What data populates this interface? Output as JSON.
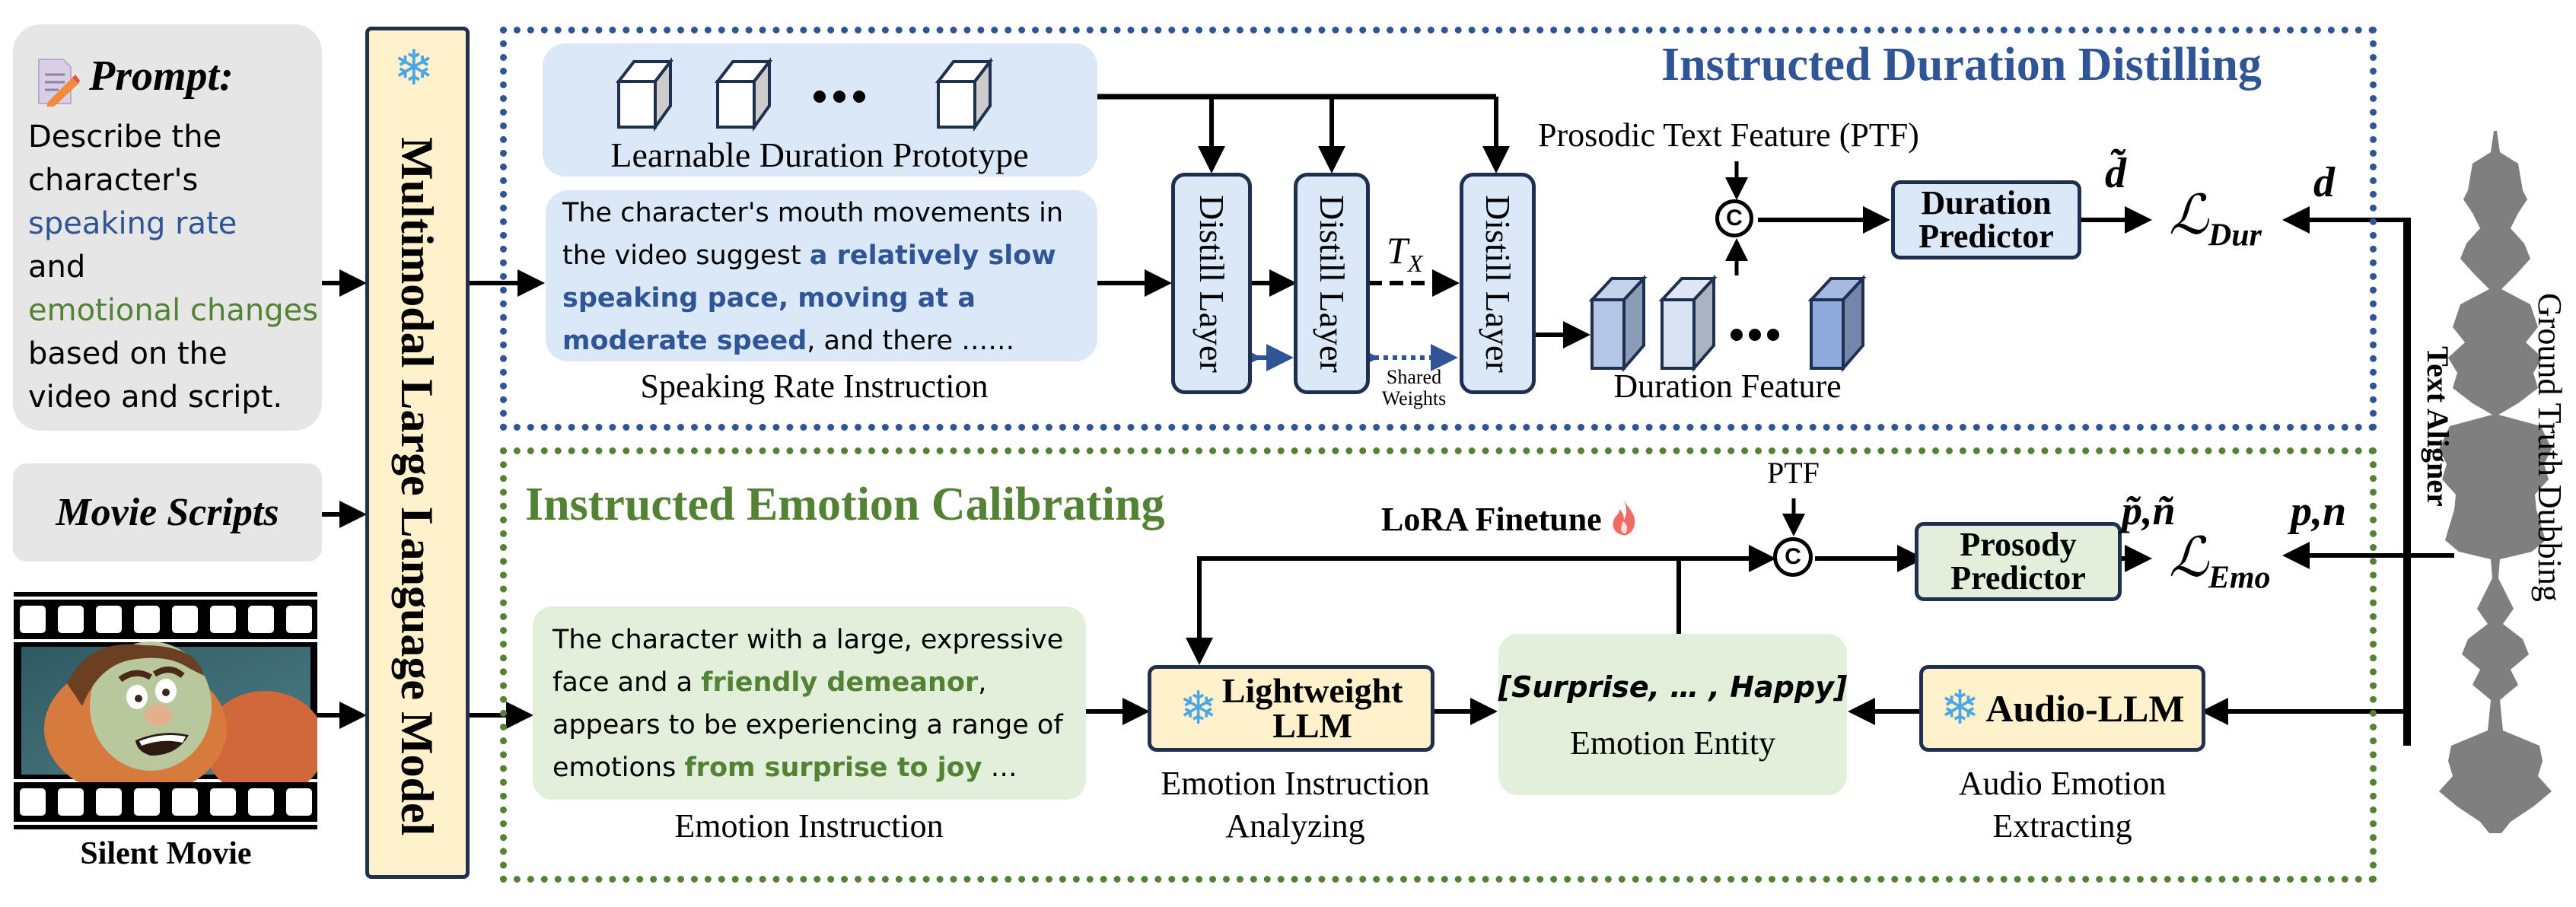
{
  "inputs": {
    "prompt": {
      "title": "Prompt:",
      "icon": "pencil-note-icon",
      "lines": [
        {
          "text": "Describe the",
          "color": "#000000"
        },
        {
          "text": "character's",
          "color": "#000000"
        },
        {
          "text": "speaking rate",
          "color": "#2f5597"
        },
        {
          "text": "and",
          "color": "#000000"
        },
        {
          "text": "emotional changes",
          "color": "#548235"
        },
        {
          "text": "based on the",
          "color": "#000000"
        },
        {
          "text": "video and script.",
          "color": "#000000"
        }
      ]
    },
    "scripts_label": "Movie Scripts",
    "movie_label": "Silent Movie"
  },
  "mllm": {
    "label": "Multimodal Large Language Model",
    "icon": "snowflake-icon"
  },
  "duration_section": {
    "title": "Instructed Duration Distilling",
    "title_color": "#2f5597",
    "prototype_label": "Learnable Duration Prototype",
    "speaking_instruction": {
      "parts": [
        {
          "text": "The character's mouth movements in the video suggest ",
          "style": "normal"
        },
        {
          "text": "a relatively slow speaking pace, moving at a moderate speed",
          "style": "blue"
        },
        {
          "text": ", and there ……",
          "style": "normal"
        }
      ],
      "caption": "Speaking Rate Instruction"
    },
    "distill_layers": [
      "Distill Layer",
      "Distill Layer",
      "Distill Layer"
    ],
    "repeat_label": "T",
    "repeat_sub": "X",
    "shared_weights": [
      "Shared",
      "Weights"
    ],
    "ptf_label": "Prosodic Text Feature (PTF)",
    "concat_symbol": "C",
    "duration_predictor": [
      "Duration",
      "Predictor"
    ],
    "pred_label": "d̃",
    "loss_main": "ℒ",
    "loss_sub": "Dur",
    "gt_label": "d",
    "duration_feature_label": "Duration Feature"
  },
  "emotion_section": {
    "title": "Instructed Emotion Calibrating",
    "title_color": "#548235",
    "lora_label": "LoRA Finetune",
    "lora_icon": "fire-icon",
    "ptf_label": "PTF",
    "concat_symbol": "C",
    "prosody_predictor": [
      "Prosody",
      "Predictor"
    ],
    "pred_label": "p̃,ñ",
    "loss_main": "ℒ",
    "loss_sub": "Emo",
    "gt_label": "p,n",
    "emotion_instruction": {
      "parts": [
        {
          "text": "The character with a large, expressive face and a ",
          "style": "normal"
        },
        {
          "text": "friendly demeanor",
          "style": "green"
        },
        {
          "text": ", appears to be experiencing a range of emotions ",
          "style": "normal"
        },
        {
          "text": "from surprise to joy",
          "style": "green"
        },
        {
          "text": " …",
          "style": "normal"
        }
      ],
      "caption": "Emotion Instruction"
    },
    "lightweight_llm": [
      "Lightweight",
      "LLM"
    ],
    "lightweight_caption": [
      "Emotion Instruction",
      "Analyzing"
    ],
    "emotion_entity": "[Surprise, … , Happy]",
    "emotion_entity_caption": "Emotion Entity",
    "audio_llm": "Audio-LLM",
    "audio_caption": [
      "Audio Emotion",
      "Extracting"
    ]
  },
  "right_side": {
    "text_aligner": "Text Aligner",
    "ground_truth": "Ground Truth Dubbing"
  }
}
